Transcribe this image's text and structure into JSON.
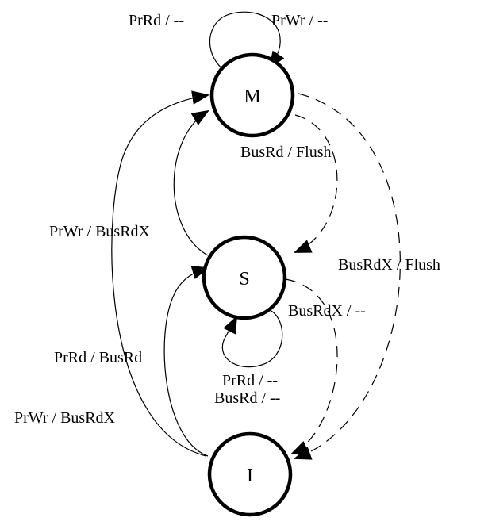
{
  "diagram": {
    "states": [
      {
        "id": "M",
        "label": "M"
      },
      {
        "id": "S",
        "label": "S"
      },
      {
        "id": "I",
        "label": "I"
      }
    ],
    "transitions": [
      {
        "from": "M",
        "to": "M",
        "label": "PrRd / --",
        "style": "solid"
      },
      {
        "from": "M",
        "to": "M",
        "label": "PrWr / --",
        "style": "solid"
      },
      {
        "from": "M",
        "to": "S",
        "label": "BusRd / Flush",
        "style": "dashed"
      },
      {
        "from": "M",
        "to": "I",
        "label": "BusRdX / Flush",
        "style": "dashed"
      },
      {
        "from": "S",
        "to": "M",
        "label": "PrWr / BusRdX",
        "style": "solid"
      },
      {
        "from": "S",
        "to": "S",
        "label": "PrRd / --",
        "style": "solid"
      },
      {
        "from": "S",
        "to": "S",
        "label": "BusRd / --",
        "style": "solid"
      },
      {
        "from": "S",
        "to": "I",
        "label": "BusRdX / --",
        "style": "dashed"
      },
      {
        "from": "I",
        "to": "S",
        "label": "PrRd / BusRd",
        "style": "solid"
      },
      {
        "from": "I",
        "to": "M",
        "label": "PrWr / BusRdX",
        "style": "solid"
      }
    ]
  }
}
